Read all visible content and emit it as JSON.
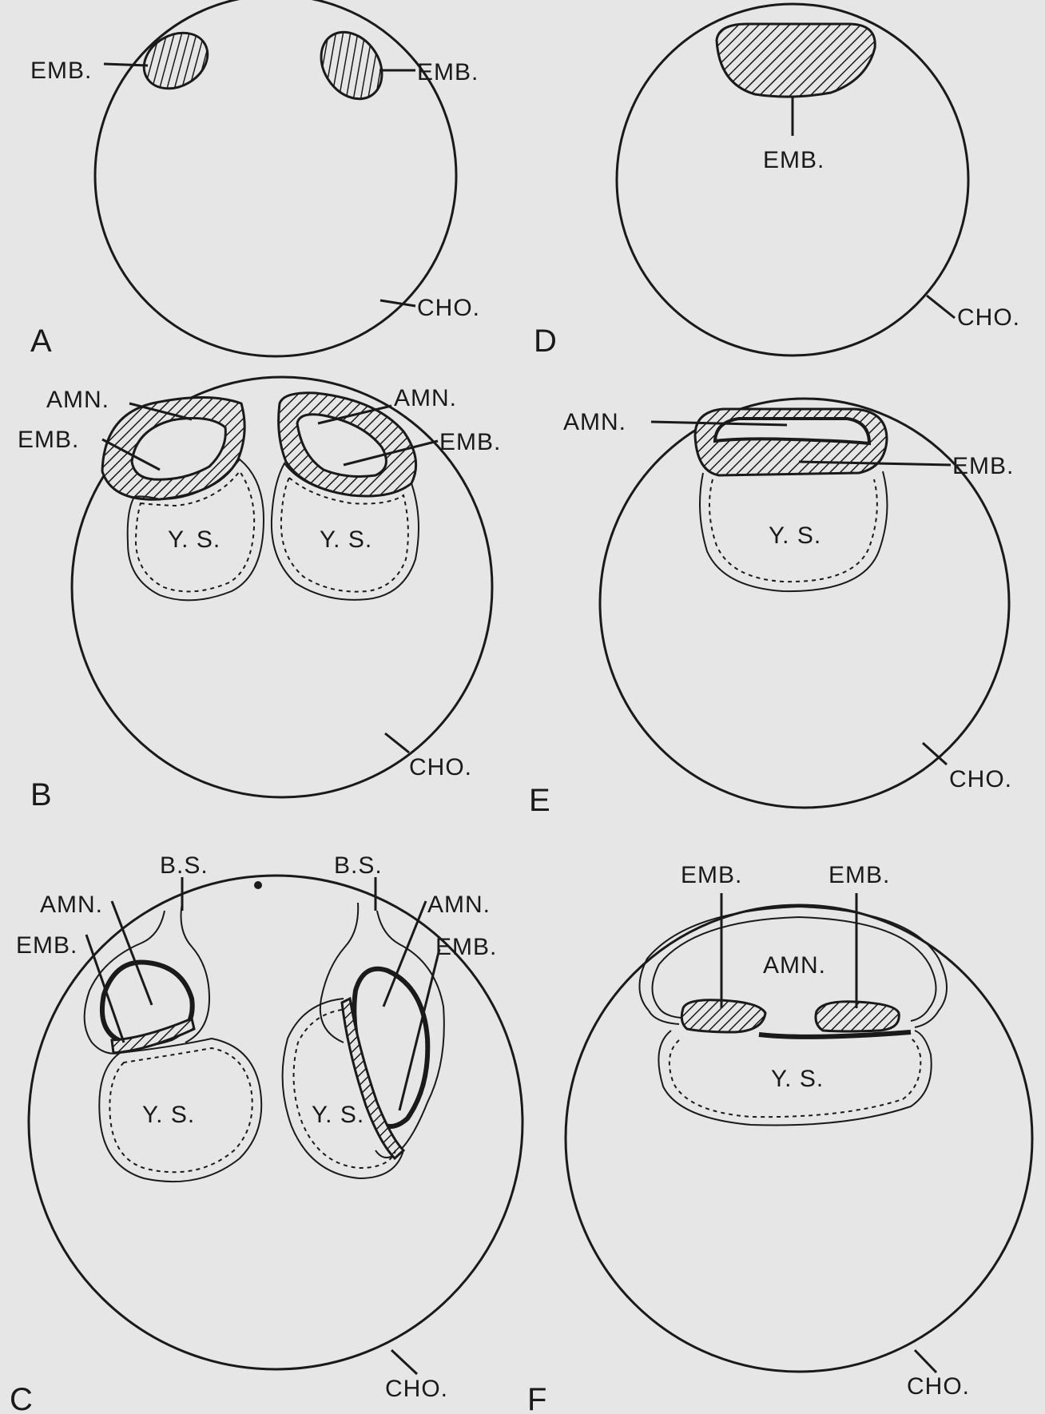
{
  "panels": {
    "A": {
      "letter": "A",
      "emb_left": "EMB.",
      "emb_right": "EMB.",
      "cho": "CHO."
    },
    "B": {
      "letter": "B",
      "amn_left": "AMN.",
      "emb_left": "EMB.",
      "amn_right": "AMN.",
      "emb_right": "EMB.",
      "ys_left": "Y. S.",
      "ys_right": "Y. S.",
      "cho": "CHO."
    },
    "C": {
      "letter": "C",
      "bs_left": "B.S.",
      "bs_right": "B.S.",
      "amn_left": "AMN.",
      "emb_left": "EMB.",
      "amn_right": "AMN.",
      "emb_right": "EMB.",
      "ys_left": "Y. S.",
      "ys_right": "Y. S.",
      "cho": "CHO."
    },
    "D": {
      "letter": "D",
      "emb": "EMB.",
      "cho": "CHO."
    },
    "E": {
      "letter": "E",
      "amn": "AMN.",
      "emb": "EMB.",
      "ys": "Y. S.",
      "cho": "CHO."
    },
    "F": {
      "letter": "F",
      "emb_left": "EMB.",
      "emb_right": "EMB.",
      "amn": "AMN.",
      "ys": "Y. S.",
      "cho": "CHO."
    }
  }
}
